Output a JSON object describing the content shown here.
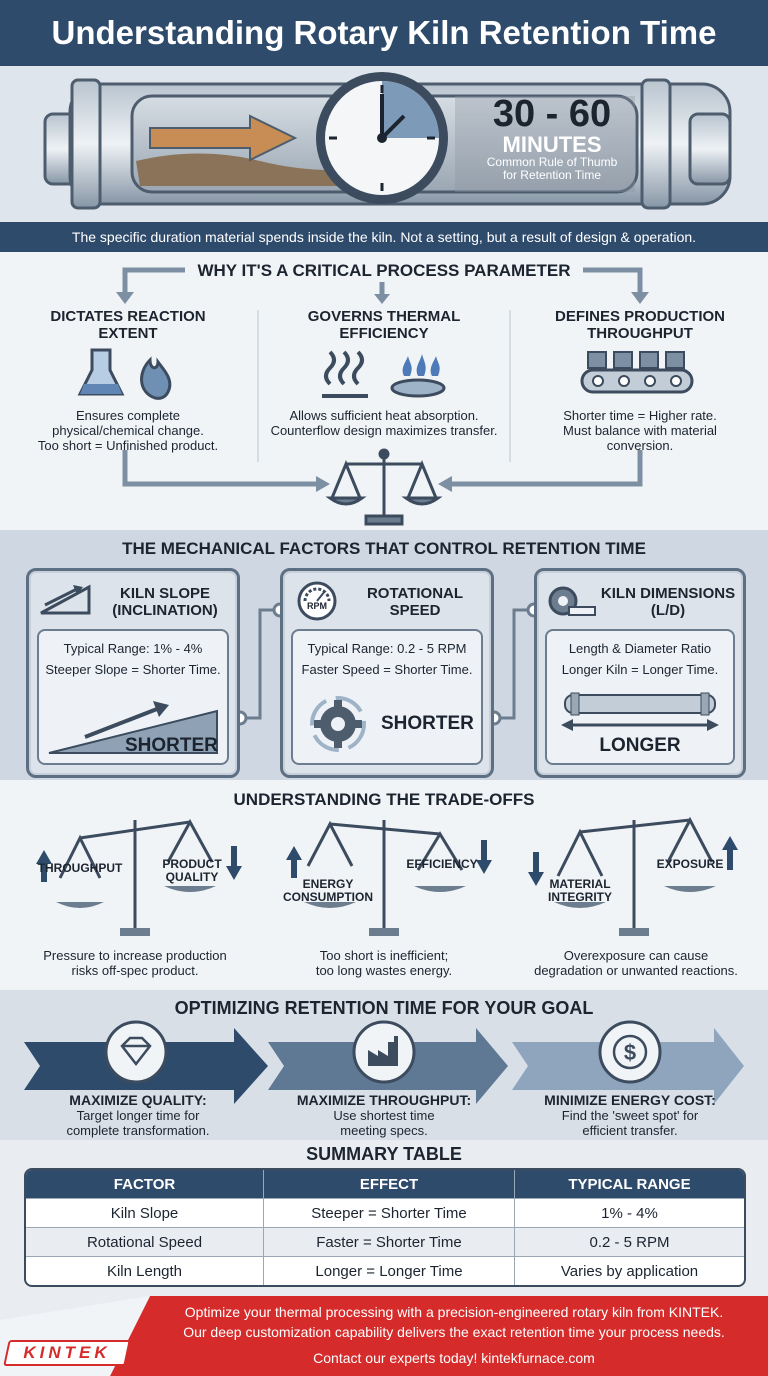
{
  "header": {
    "title": "Understanding Rotary Kiln Retention Time"
  },
  "hero": {
    "range": "30 - 60",
    "unit": "MINUTES",
    "caption_line1": "Common Rule of Thumb",
    "caption_line2": "for Retention Time",
    "description": "The specific duration material spends inside the kiln. Not a setting, but a result of design & operation."
  },
  "critical": {
    "heading": "WHY IT'S A CRITICAL PROCESS PARAMETER",
    "columns": [
      {
        "title_line1": "DICTATES REACTION",
        "title_line2": "EXTENT",
        "text_line1": "Ensures complete",
        "text_line2": "physical/chemical change.",
        "text_line3": "Too short = Unfinished product."
      },
      {
        "title_line1": "GOVERNS THERMAL",
        "title_line2": "EFFICIENCY",
        "text_line1": "Allows sufficient heat absorption.",
        "text_line2": "Counterflow design maximizes transfer.",
        "text_line3": ""
      },
      {
        "title_line1": "DEFINES PRODUCTION",
        "title_line2": "THROUGHPUT",
        "text_line1": "Shorter time = Higher rate.",
        "text_line2": "Must balance with material",
        "text_line3": "conversion."
      }
    ]
  },
  "factors": {
    "heading": "THE MECHANICAL FACTORS THAT CONTROL RETENTION TIME",
    "cards": [
      {
        "title_line1": "KILN SLOPE",
        "title_line2": "(INCLINATION)",
        "range": "Typical Range: 1% - 4%",
        "rule": "Steeper Slope = Shorter Time.",
        "result": "SHORTER"
      },
      {
        "title_line1": "ROTATIONAL",
        "title_line2": "SPEED",
        "gauge_label": "RPM",
        "range": "Typical Range: 0.2 - 5 RPM",
        "rule": "Faster Speed = Shorter Time.",
        "result": "SHORTER"
      },
      {
        "title_line1": "KILN DIMENSIONS",
        "title_line2": "(L/D)",
        "range": "Length & Diameter Ratio",
        "rule": "Longer Kiln = Longer Time.",
        "result": "LONGER"
      }
    ]
  },
  "tradeoffs": {
    "heading": "UNDERSTANDING THE TRADE-OFFS",
    "items": [
      {
        "left_line1": "",
        "left_line2": "THROUGHPUT",
        "right_line1": "PRODUCT",
        "right_line2": "QUALITY",
        "text_line1": "Pressure to increase production",
        "text_line2": "risks off-spec product."
      },
      {
        "left_line1": "ENERGY",
        "left_line2": "CONSUMPTION",
        "right_line1": "",
        "right_line2": "EFFICIENCY",
        "text_line1": "Too short is inefficient;",
        "text_line2": "too long wastes energy."
      },
      {
        "left_line1": "MATERIAL",
        "left_line2": "INTEGRITY",
        "right_line1": "",
        "right_line2": "EXPOSURE",
        "text_line1": "Overexposure can cause",
        "text_line2": "degradation or unwanted reactions."
      }
    ]
  },
  "optimize": {
    "heading": "OPTIMIZING RETENTION TIME FOR YOUR GOAL",
    "goals": [
      {
        "title": "MAXIMIZE QUALITY:",
        "text_line1": "Target longer time for",
        "text_line2": "complete transformation.",
        "icon_color": "#2f4b6c"
      },
      {
        "title": "MAXIMIZE THROUGHPUT:",
        "text_line1": "Use shortest time",
        "text_line2": "meeting specs.",
        "icon_color": "#5f7894"
      },
      {
        "title": "MINIMIZE ENERGY COST:",
        "text_line1": "Find the 'sweet spot' for",
        "text_line2": "efficient transfer.",
        "icon_color": "#8fa5be"
      }
    ]
  },
  "summary": {
    "heading": "SUMMARY TABLE",
    "headers": [
      "FACTOR",
      "EFFECT",
      "TYPICAL RANGE"
    ],
    "rows": [
      [
        "Kiln Slope",
        "Steeper = Shorter Time",
        "1% - 4%"
      ],
      [
        "Rotational Speed",
        "Faster = Shorter Time",
        "0.2 - 5 RPM"
      ],
      [
        "Kiln Length",
        "Longer = Longer Time",
        "Varies by application"
      ]
    ]
  },
  "footer": {
    "brand": "KINTEK",
    "line1": "Optimize your thermal processing with a precision-engineered rotary kiln from KINTEK.",
    "line2": "Our deep customization capability delivers the exact retention time your process needs.",
    "line3": "Contact our experts today! kintekfurnace.com",
    "accent": "#d62b2b"
  },
  "colors": {
    "navy": "#2f4b6c",
    "steel": "#7a8ea4",
    "light": "#e4e9ef"
  }
}
